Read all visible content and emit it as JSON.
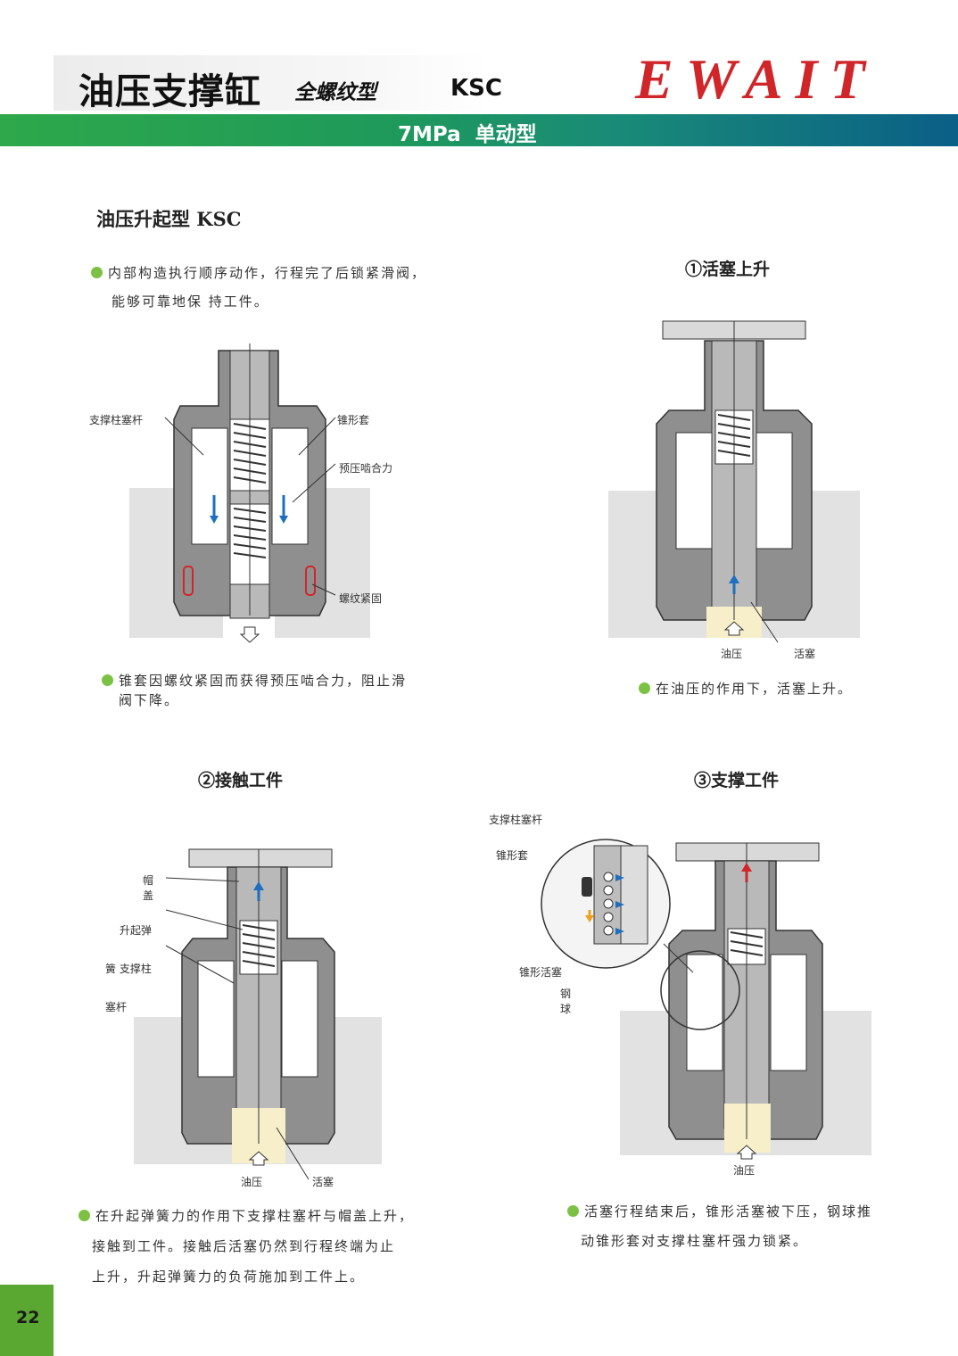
{
  "header": {
    "title": "油压支撑缸",
    "subtitle": "全螺纹型",
    "model": "KSC",
    "brand": "EWAIT",
    "bar_text": "7MPa  单动型"
  },
  "section": {
    "title": "油压升起型  KSC",
    "intro_line1": "内部构造执行顺序动作，行程完了后锁紧滑阀，",
    "intro_line2": "能够可靠地保 持工件。"
  },
  "diagram_overview": {
    "labels": {
      "rod": "支撑柱塞杆",
      "cone_sleeve": "锥形套",
      "preload": "预压啮合力",
      "thread_lock": "螺纹紧固"
    },
    "caption_line1": "锥套因螺纹紧固而获得预压啮合力，阻止滑",
    "caption_line2": "阀下降。"
  },
  "step1": {
    "title": "①活塞上升",
    "labels": {
      "oil": "油压",
      "piston": "活塞"
    },
    "caption": "在油压的作用下，活塞上升。"
  },
  "step2": {
    "title": "②接触工件",
    "labels": {
      "cap_1": "帽",
      "cap_2": "盖",
      "spring_1": "升起弹",
      "spring_2": "簧 支撑柱",
      "spring_3": "塞杆",
      "oil": "油压",
      "piston": "活塞"
    },
    "caption_line1": "在升起弹簧力的作用下支撑柱塞杆与帽盖上升，",
    "caption_line2": "接触到工件。接触后活塞仍然到行程终端为止",
    "caption_line3": "上升，升起弹簧力的负荷施加到工件上。"
  },
  "step3": {
    "title": "③支撑工件",
    "labels": {
      "rod": "支撑柱塞杆",
      "cone_sleeve": "锥形套",
      "cone_piston": "锥形活塞",
      "ball_1": "钢",
      "ball_2": "球",
      "oil": "油压"
    },
    "caption_line1": "活塞行程结束后，锥形活塞被下压，钢球推",
    "caption_line2": "动锥形套对支撑柱塞杆强力锁紧。"
  },
  "page_number": "22",
  "colors": {
    "brand_red": "#d0262a",
    "bar_green": "#2ea84a",
    "bar_blue": "#0a5f87",
    "bullet_green": "#7cc143",
    "page_green": "#5aa832",
    "arrow_blue": "#1e6fbf",
    "arrow_red": "#d0262a",
    "arrow_orange": "#f0a020"
  }
}
